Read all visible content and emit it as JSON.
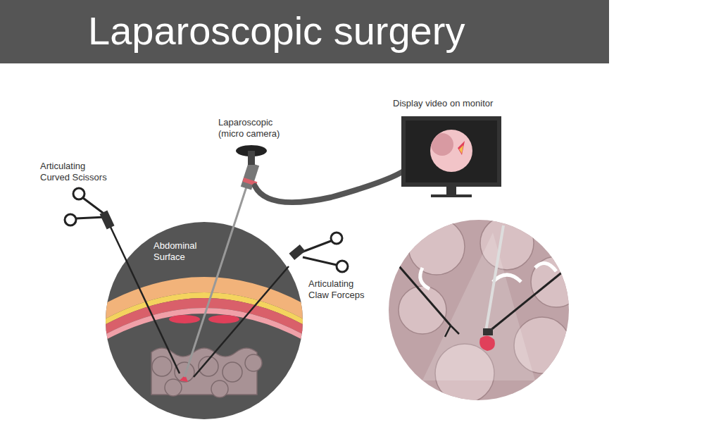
{
  "diagram": {
    "title": "Laparoscopic surgery",
    "labels": [
      "Display video on monitor",
      "Laparoscopic (micro camera)",
      "Articulating Curved Scissors",
      "Abdominal Surface",
      "Articulating Claw Forceps"
    ]
  }
}
